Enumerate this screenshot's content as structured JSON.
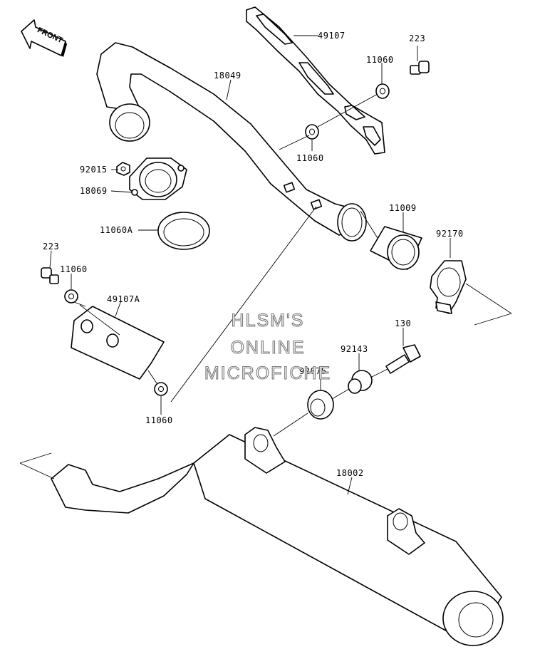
{
  "front_badge": {
    "text": "FRONT"
  },
  "parts": [
    {
      "id": "p49107",
      "label": "49107"
    },
    {
      "id": "p223a",
      "label": "223"
    },
    {
      "id": "p18049",
      "label": "18049"
    },
    {
      "id": "p11060a",
      "label": "11060"
    },
    {
      "id": "p11060b",
      "label": "11060"
    },
    {
      "id": "p92015",
      "label": "92015"
    },
    {
      "id": "p18069",
      "label": "18069"
    },
    {
      "id": "p11009",
      "label": "11009"
    },
    {
      "id": "p92170",
      "label": "92170"
    },
    {
      "id": "p11060A",
      "label": "11060A"
    },
    {
      "id": "p223b",
      "label": "223"
    },
    {
      "id": "p11060c",
      "label": "11060"
    },
    {
      "id": "p49107A",
      "label": "49107A"
    },
    {
      "id": "p130",
      "label": "130"
    },
    {
      "id": "p92143",
      "label": "92143"
    },
    {
      "id": "p92075",
      "label": "92075"
    },
    {
      "id": "p11060d",
      "label": "11060"
    },
    {
      "id": "p18002",
      "label": "18002"
    }
  ],
  "watermark": {
    "line1": "HLSM'S",
    "line2": "ONLINE",
    "line3": "MICROFICHE"
  }
}
